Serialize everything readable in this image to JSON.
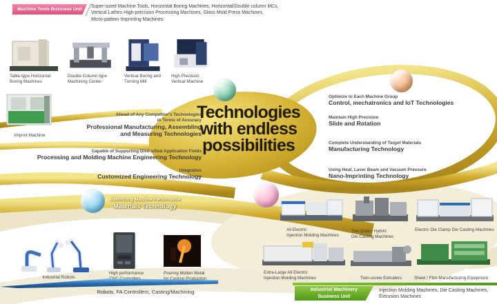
{
  "machine_tools_unit": {
    "badge_label": "Machine Tools Business Unit",
    "products_summary": "Super-sized Machine Tools, Horizontal Boring Machines, Horizontal/Double column MCs,\nVertical Lathes High-precision Processing Machines, Glass Mold Press Machines,\nMicro-pattern Imprinting Machines",
    "machines": [
      {
        "label": "Table-type Horizontal\nBoring Machines"
      },
      {
        "label": "Double Column type\nMachining Center"
      },
      {
        "label": "Vertical Boring and\nTurning Mill"
      },
      {
        "label": "High Precision\nVertical Machine"
      },
      {
        "label": "Imprint Machine"
      }
    ]
  },
  "center": {
    "title": "Technologies\nwith endless\npossibilities",
    "left_technologies": [
      {
        "caption": "Ahead of Any Competitor's Technologies\nin Terms of Accuracy",
        "name": "Professional Manufacturing, Assembling\nand Measuring Technologies"
      },
      {
        "caption": "Capable of Supporting Diversified Application Fields",
        "name": "Processing and Molding Machine Engineering Technology"
      },
      {
        "caption": "Integrative",
        "name": "Customized Engineering Technology"
      },
      {
        "caption": "Maximizing Machine Performance",
        "name": "Materials Technology"
      }
    ],
    "right_technologies": [
      {
        "caption": "Optimize to Each Machine Group",
        "name": "Control, mechatronics and IoT Technologies"
      },
      {
        "caption": "Maintain High Precision",
        "name": "Slide and Rotation"
      },
      {
        "caption": "Complete Understanding of Target Materials",
        "name": "Manufacturing Technology"
      },
      {
        "caption": "Using Heat, Laser Beam and Vacuum Pressure",
        "name": "Nano-Imprinting Technology"
      }
    ]
  },
  "industrial_machinery_unit": {
    "badge_label": "Industrial Machinery\nBusiness Unit",
    "products_summary": "Injection Molding Machines, Die Casting Machines,\nExtrusion Machines",
    "machines": [
      {
        "label": "All Electric\nInjection Molding Machines"
      },
      {
        "label": "Two-platen Hybrid\nDie Casting Machines"
      },
      {
        "label": "Electric Die Clamp Die Casting Machines"
      },
      {
        "label": "Extra-Large All Electric\nInjection Molding Machines"
      },
      {
        "label": "Twin-screw Extruders"
      },
      {
        "label": "Sheet / Film Manufacturing Equipment"
      }
    ]
  },
  "robots_casting": {
    "banner_label": "Robots, FA Controllers, Casting/Machining",
    "items": [
      {
        "label": "Industrial Robots"
      },
      {
        "label": "High performance\nCNC Controllers"
      },
      {
        "label": "Pouring Molten Metal\nfor Casting Production"
      }
    ]
  },
  "colors": {
    "machine_tools_badge_pink": "#e7558a",
    "industrial_badge_green": "#5ea81f",
    "robots_banner_blue": "#1f5fa6",
    "swirl_gold": "#c9a82c"
  }
}
